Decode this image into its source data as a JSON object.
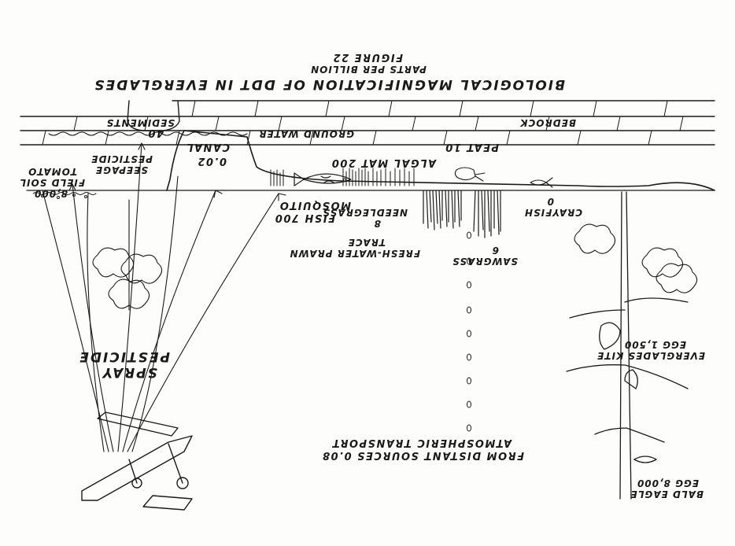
{
  "figure": {
    "title": "BIOLOGICAL MAGNIFICATION OF DDT IN EVERGLADES",
    "subtitle": "PARTS PER BILLION",
    "number": "FIGURE 22"
  },
  "strata": {
    "bedrock": "BEDROCK",
    "ground_water": "GROUND WATER",
    "peat": "PEAT 10",
    "sediments": "SEDIMENTS",
    "sediments_value": "40",
    "canal": "CANAL",
    "canal_value": "0.02"
  },
  "sources": {
    "tomato_soil_1": "TOMATO",
    "tomato_soil_2": "FIELD SOIL",
    "tomato_soil_3": "8,000",
    "seepage_1": "PESTICIDE",
    "seepage_2": "SEEPAGE",
    "spray_1": "PESTICIDE",
    "spray_2": "SPRAY",
    "atmos_1": "ATMOSPHERIC TRANSPORT",
    "atmos_2": "FROM DISTANT SOURCES 0.08"
  },
  "organisms": {
    "algal_mat": "ALGAL MAT 200",
    "mosquito_fish_1": "MOSQUITO",
    "mosquito_fish_2": "FISH 700",
    "needlegrass_1": "NEEDLEGRASS",
    "needlegrass_2": "8",
    "prawn_1": "FRESH-WATER PRAWN",
    "prawn_2": "TRACE",
    "sawgrass_1": "SAWGRASS",
    "sawgrass_2": "6",
    "crayfish_1": "CRAYFISH",
    "crayfish_2": "0",
    "kite_1": "EVERGLADES KITE",
    "kite_2": "EGG 1,500",
    "eagle_1": "BALD EAGLE",
    "eagle_2": "EGG 8,000"
  },
  "colors": {
    "ink": "#1a1a1a",
    "paper": "#fdfdfb"
  }
}
